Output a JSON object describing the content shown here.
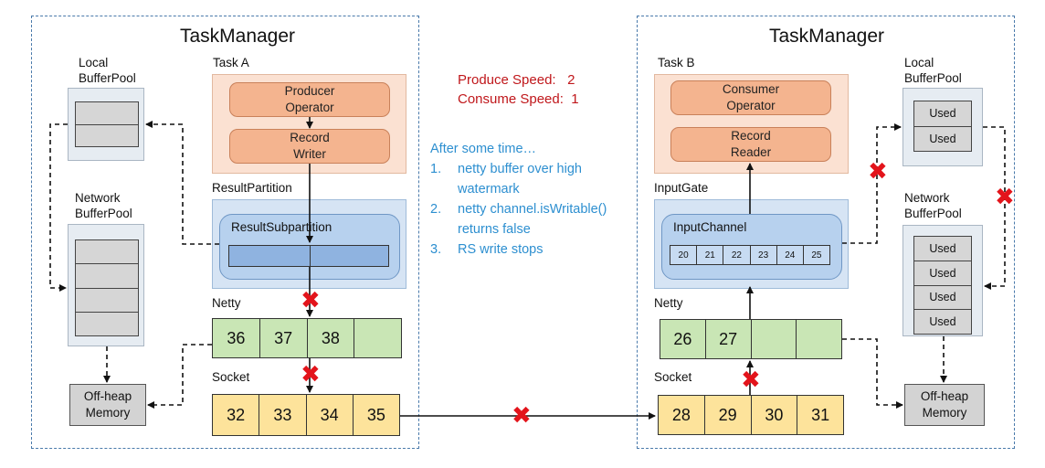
{
  "left": {
    "title": "TaskManager",
    "local_pool_label": "Local\nBufferPool",
    "network_pool_label": "Network\nBufferPool",
    "offheap_label": "Off-heap\nMemory",
    "task_label": "Task A",
    "producer_label": "Producer\nOperator",
    "writer_label": "Record\nWriter",
    "partition_label": "ResultPartition",
    "subpartition_label": "ResultSubpartition",
    "netty_label": "Netty",
    "netty_slots": [
      "36",
      "37",
      "38",
      ""
    ],
    "socket_label": "Socket",
    "socket_slots": [
      "32",
      "33",
      "34",
      "35"
    ]
  },
  "right": {
    "title": "TaskManager",
    "task_label": "Task B",
    "consumer_label": "Consumer\nOperator",
    "reader_label": "Record\nReader",
    "inputgate_label": "InputGate",
    "inputchannel_label": "InputChannel",
    "inputchannel_slots": [
      "20",
      "21",
      "22",
      "23",
      "24",
      "25"
    ],
    "netty_label": "Netty",
    "netty_slots": [
      "26",
      "27",
      "",
      ""
    ],
    "socket_label": "Socket",
    "socket_slots": [
      "28",
      "29",
      "30",
      "31"
    ],
    "local_pool_label": "Local\nBufferPool",
    "local_pool_cells": [
      "Used",
      "Used"
    ],
    "network_pool_label": "Network\nBufferPool",
    "network_pool_cells": [
      "Used",
      "Used",
      "Used",
      "Used"
    ],
    "offheap_label": "Off-heap\nMemory"
  },
  "speeds": {
    "produce": "Produce Speed:   2",
    "consume": "Consume Speed:  1"
  },
  "notes": {
    "heading": "After some time…",
    "items": [
      {
        "num": "1.",
        "line1": "netty buffer over high",
        "line2": "watermark"
      },
      {
        "num": "2.",
        "line1": "netty channel.isWritable()",
        "line2": "returns false"
      },
      {
        "num": "3.",
        "line1": "RS write stops",
        "line2": ""
      }
    ]
  },
  "colors": {
    "blocked_marker": "#e3141b",
    "note_text": "#2d8fd0",
    "speed_text": "#c0171b"
  }
}
